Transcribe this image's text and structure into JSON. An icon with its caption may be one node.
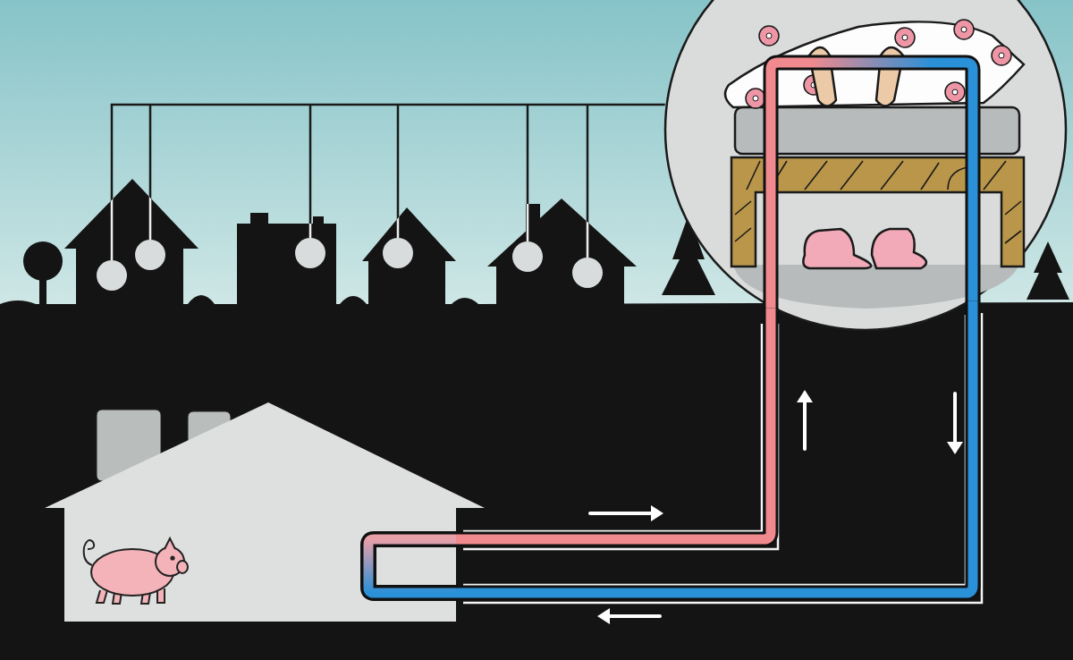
{
  "diagram": {
    "nodes": [
      {
        "text": [],
        "shape": "picture"
      },
      {
        "text": [],
        "shape": "picture"
      },
      {
        "text": [],
        "shape": "circle"
      },
      {
        "text": [],
        "shape": "circle"
      },
      {
        "text": [],
        "shape": "circle"
      },
      {
        "text": [],
        "shape": "circle"
      },
      {
        "text": [],
        "shape": "circle"
      },
      {
        "text": [],
        "shape": "circle"
      }
    ],
    "edges": [
      {
        "from": 0,
        "to": 1,
        "arrow": "none",
        "style": "thick",
        "color": "#f08a8e"
      },
      {
        "from": 1,
        "to": 0,
        "arrow": "none",
        "style": "thick",
        "color": "#2a90d8"
      },
      {
        "from": 1,
        "to": 2,
        "arrow": "none"
      },
      {
        "from": 1,
        "to": 3,
        "arrow": "none"
      },
      {
        "from": 1,
        "to": 4,
        "arrow": "none"
      },
      {
        "from": 1,
        "to": 5,
        "arrow": "none"
      },
      {
        "from": 1,
        "to": 6,
        "arrow": "none"
      },
      {
        "from": 1,
        "to": 7,
        "arrow": "none"
      }
    ]
  }
}
